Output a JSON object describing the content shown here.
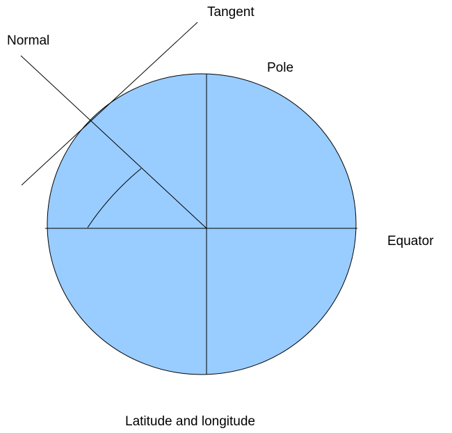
{
  "labels": {
    "tangent": "Tangent",
    "normal": "Normal",
    "pole": "Pole",
    "equator": "Equator",
    "caption": "Latitude and longitude"
  },
  "colors": {
    "sphere_fill": "#99ccff",
    "stroke": "#000000",
    "background": "#ffffff"
  }
}
